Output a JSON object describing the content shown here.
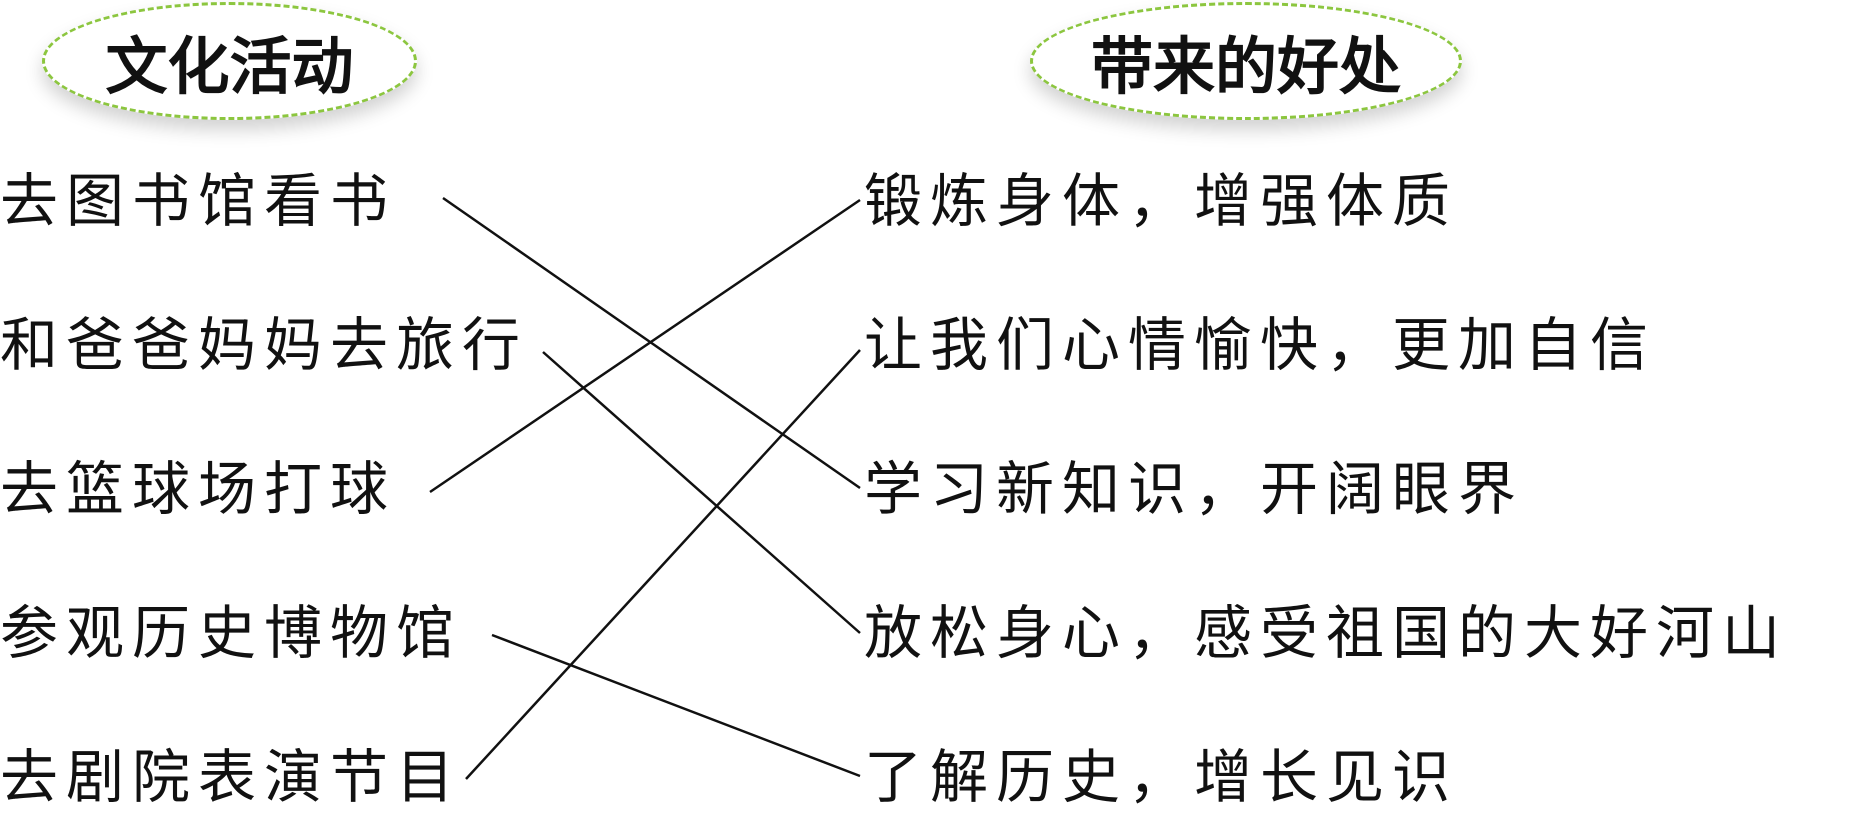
{
  "headers": {
    "left": "文化活动",
    "right": "带来的好处"
  },
  "activities": [
    "去图书馆看书",
    "和爸爸妈妈去旅行",
    "去篮球场打球",
    "参观历史博物馆",
    "去剧院表演节目"
  ],
  "benefits": [
    "锻炼身体，增强体质",
    "让我们心情愉快，更加自信",
    "学习新知识，开阔眼界",
    "放松身心，感受祖国的大好河山",
    "了解历史，增长见识"
  ],
  "matches": [
    {
      "activity": "去图书馆看书",
      "benefit": "学习新知识，开阔眼界"
    },
    {
      "activity": "和爸爸妈妈去旅行",
      "benefit": "放松身心，感受祖国的大好河山"
    },
    {
      "activity": "去篮球场打球",
      "benefit": "锻炼身体，增强体质"
    },
    {
      "activity": "参观历史博物馆",
      "benefit": "了解历史，增长见识"
    },
    {
      "activity": "去剧院表演节目",
      "benefit": "让我们心情愉快，更加自信"
    }
  ],
  "colors": {
    "ellipse_border": "#8cc63f",
    "text": "#111111",
    "line": "#111111"
  }
}
